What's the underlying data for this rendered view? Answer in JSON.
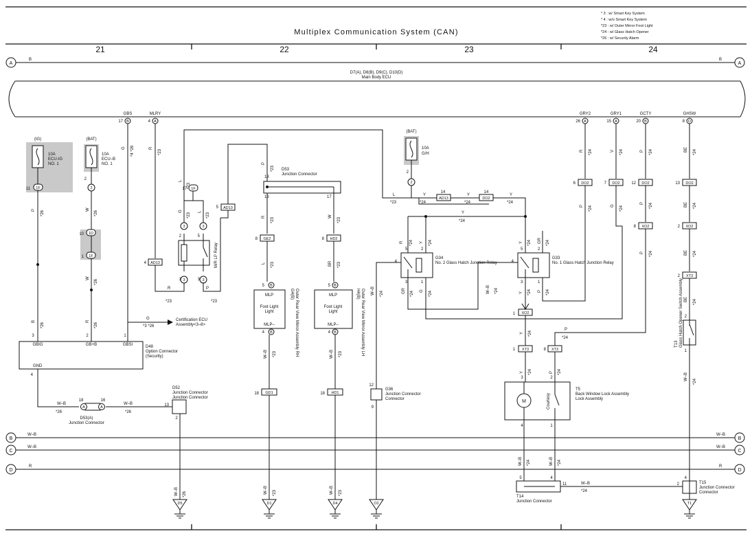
{
  "title": "Multiplex Communication System (CAN)",
  "notes": [
    "* 3 : w/ Smart Key System",
    "* 4 : w/o Smart Key System",
    "*23 : w/ Outer Mirror Foot Light",
    "*24 : w/ Glass Hatch Opener",
    "*26 : w/ Security Alarm"
  ],
  "columns": [
    "21",
    "22",
    "23",
    "24"
  ],
  "rails": [
    {
      "id": "A",
      "color": "B"
    },
    {
      "id": "B",
      "color": "W–B"
    },
    {
      "id": "C",
      "color": "W–B"
    },
    {
      "id": "D",
      "color": "R"
    }
  ],
  "ecu": {
    "codes": "D7(A), D8(B), D9(C), D10(D)",
    "name": "Main Body ECU"
  },
  "ecu_terminals": [
    {
      "name": "GBS",
      "pin": "17",
      "conn": "B"
    },
    {
      "name": "MLRY",
      "pin": "4",
      "conn": "A"
    },
    {
      "name": "GRY2",
      "pin": "26",
      "conn": "A"
    },
    {
      "name": "GRY1",
      "pin": "15",
      "conn": "A"
    },
    {
      "name": "GCTY",
      "pin": "20",
      "conn": "B"
    },
    {
      "name": "GHSW",
      "pin": "8",
      "conn": "D"
    }
  ],
  "fuses": [
    {
      "source": "(IG)",
      "rating": "10A",
      "name": "ECU-IG",
      "sub": "NO. 1"
    },
    {
      "source": "(BAT)",
      "rating": "10A",
      "name": "ECU–B",
      "sub": "NO. 1"
    },
    {
      "source": "(BAT)",
      "rating": "10A",
      "name": "G/H",
      "sub": ""
    }
  ],
  "relays": [
    {
      "code": "",
      "name": "M/R LP Relay"
    },
    {
      "code": "G34",
      "name": "No. 2 Glass Hatch Junction Relay"
    },
    {
      "code": "G33",
      "name": "No. 1 Glass Hatch Junction Relay"
    }
  ],
  "junctions": [
    {
      "code": "D53",
      "name": "Junction Connector"
    },
    {
      "code": "D52",
      "name": "Junction Connector"
    },
    {
      "code": "D53(A)",
      "name": "Junction Connector"
    },
    {
      "code": "G36",
      "name": "Junction Connector"
    },
    {
      "code": "T14",
      "name": "Junction Connector"
    },
    {
      "code": "T15",
      "name": "Junction Connector"
    }
  ],
  "option_connector": {
    "code": "D48",
    "name": "Option Connector",
    "sub": "(Security)",
    "pins": [
      "GBIG",
      "GB+B",
      "GBSI",
      "GND"
    ]
  },
  "cert_ecu": "Certification ECU",
  "cert_ecu_sub": "Assembly<3–8>",
  "mirrors": [
    {
      "code": "G4(B)",
      "name": "Outer Rear View Mirror Assembly RH",
      "lamp": "Foot Light",
      "pins": [
        "MLP",
        "MLP–"
      ]
    },
    {
      "code": "H4(B)",
      "name": "Outer Rear View Mirror Assembly LH",
      "lamp": "Foot Light",
      "pins": [
        "MLP",
        "MLP–"
      ]
    }
  ],
  "back_window": {
    "code": "T5",
    "name": "Back Window Lock Assembly",
    "switch": "Courtesy",
    "motor": "M"
  },
  "opener_switch": {
    "code": "T13",
    "name": "Glass Hatch Opener Switch Assembly"
  },
  "in_line": [
    "1F",
    "1D",
    "1F",
    "AD13",
    "AD13",
    "AD13",
    "GE2",
    "HD2",
    "GD1",
    "HD1",
    "DO2",
    "DO2",
    "DO2",
    "DO2",
    "DO2",
    "XO2",
    "XO2",
    "XO2",
    "XT3",
    "XT3",
    "XT3"
  ],
  "grounds": [
    "D5",
    "D1",
    "D4",
    "O2",
    "T1"
  ],
  "wire_colors": [
    "B",
    "G",
    "R",
    "L",
    "P",
    "W",
    "BR",
    "Y",
    "V",
    "BE",
    "GR",
    "W–B"
  ],
  "tags": [
    "*26",
    "*4 *26",
    "*23",
    "*24",
    "*3 *26"
  ]
}
